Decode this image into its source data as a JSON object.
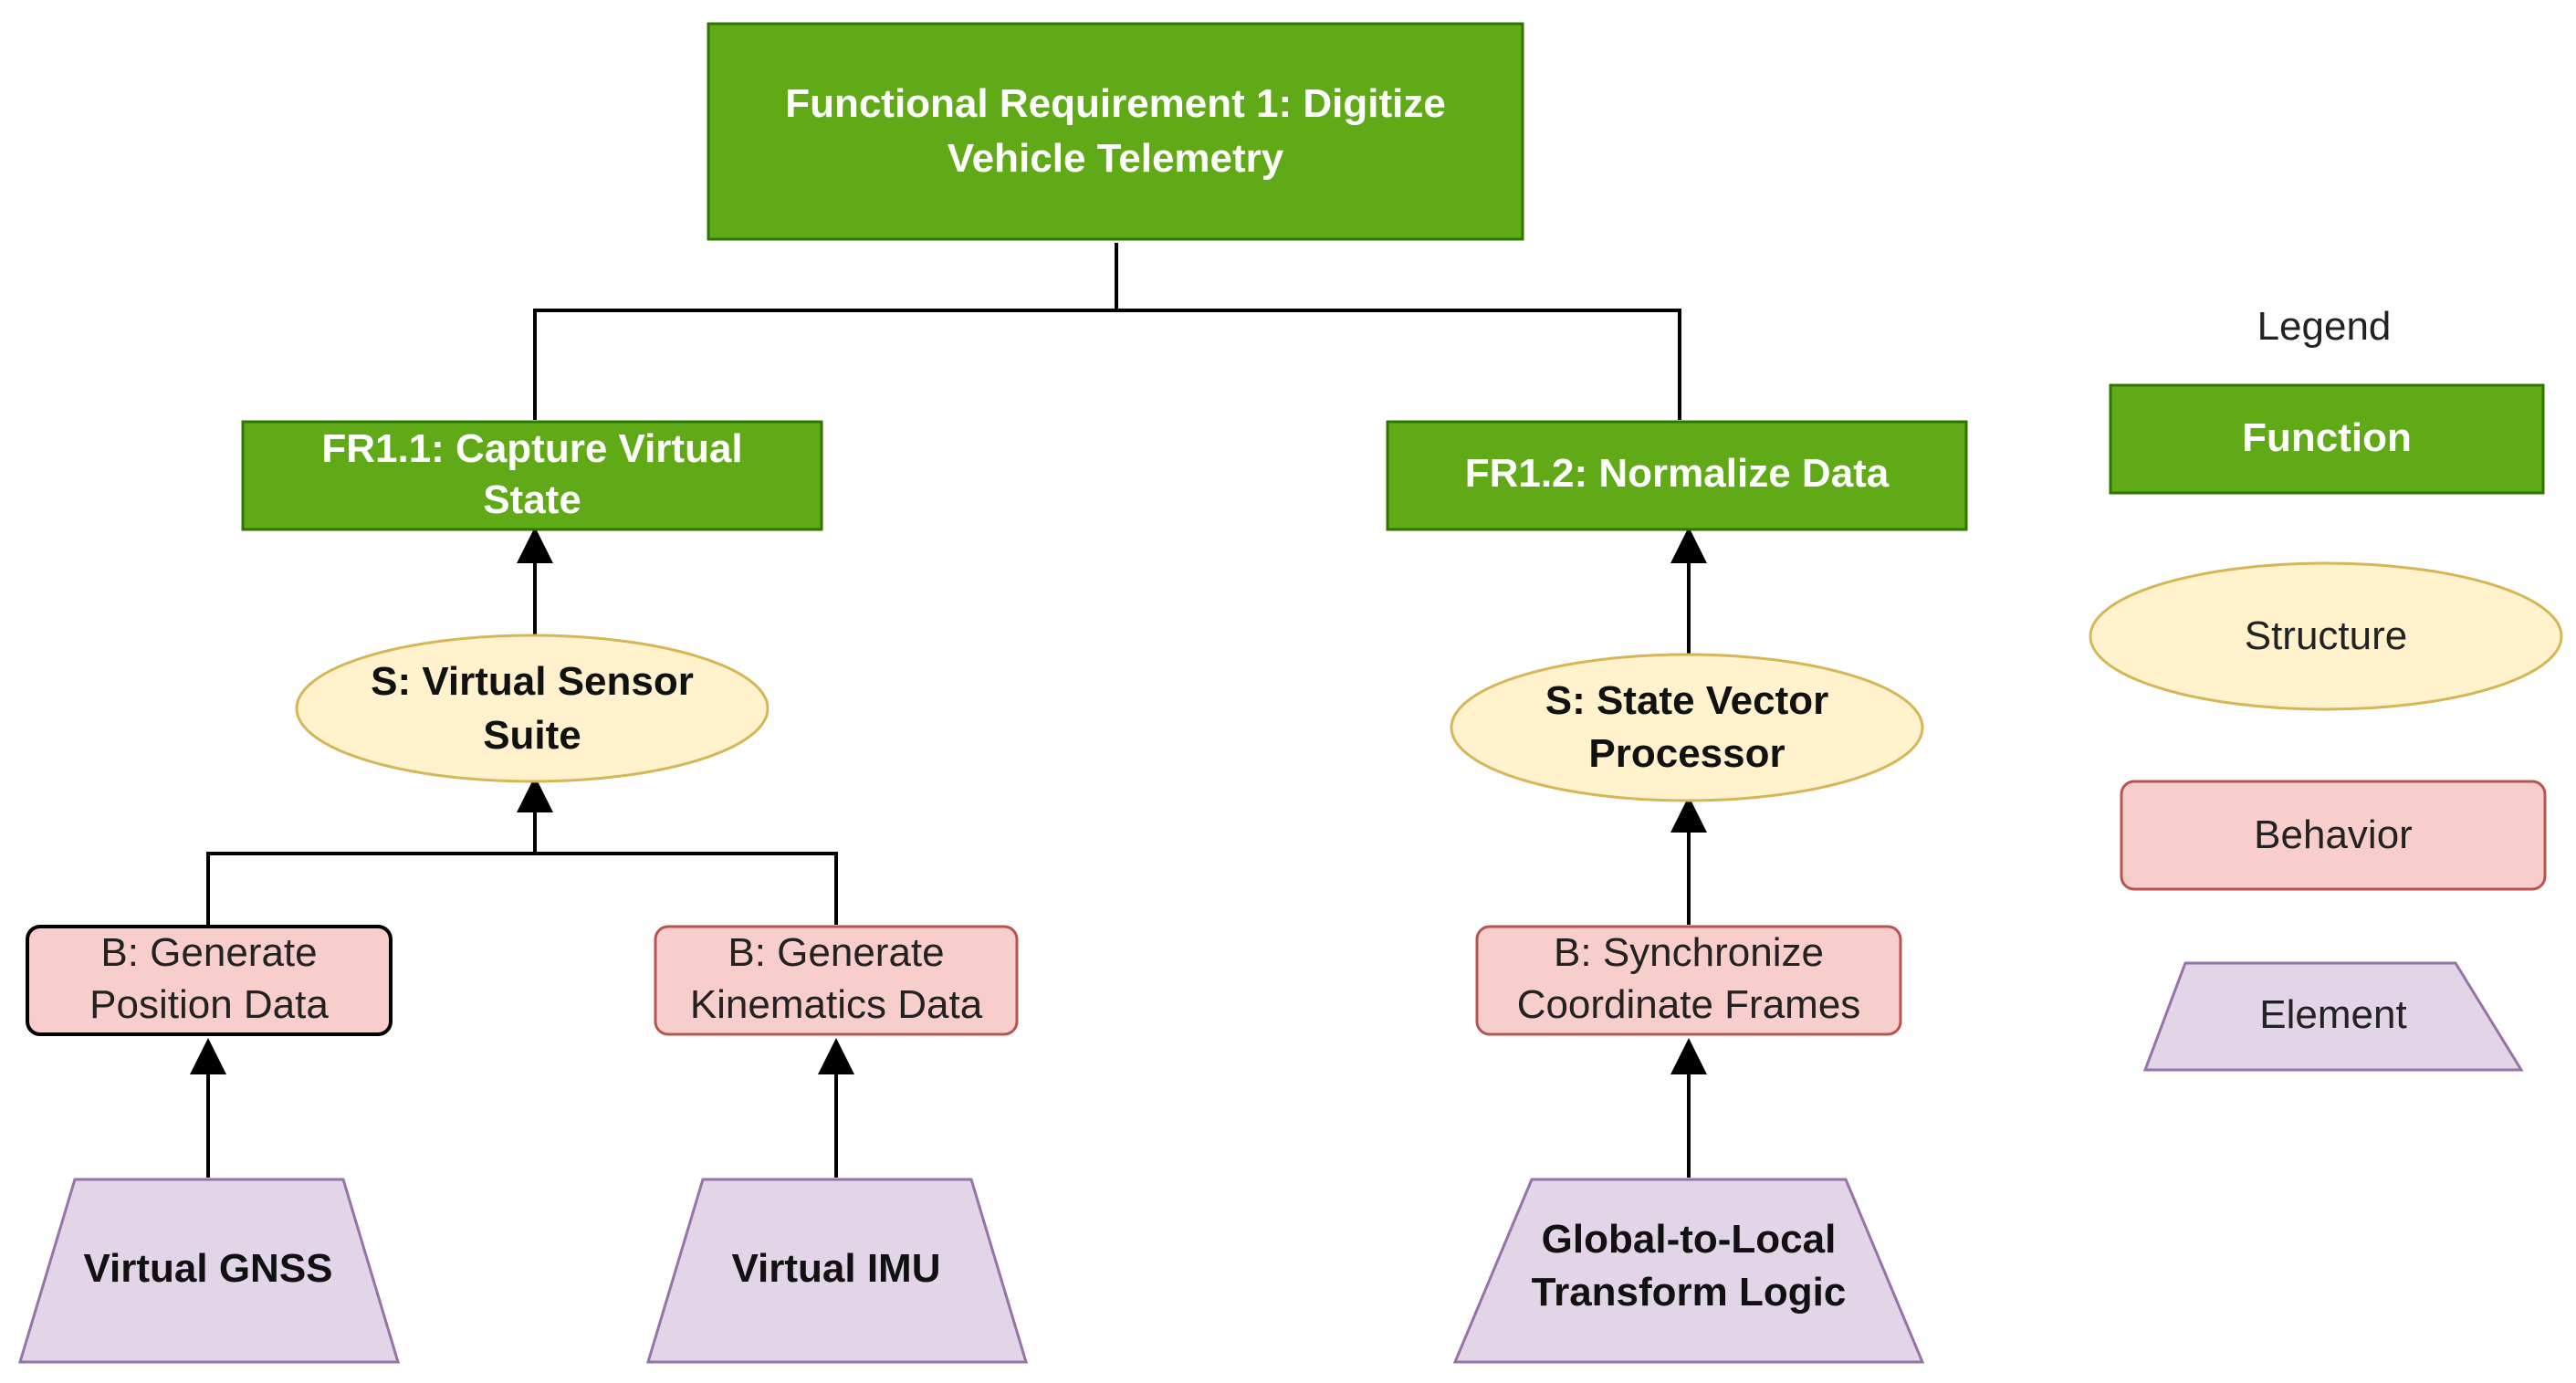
{
  "colors": {
    "function_fill": "#60a917",
    "function_stroke": "#2d7600",
    "structure_fill": "#fff2cc",
    "structure_stroke": "#d6b656",
    "behavior_fill": "#f8cecc",
    "behavior_stroke": "#b85450",
    "element_fill": "#e1d5e7",
    "element_stroke": "#9673a6",
    "connector": "#000000"
  },
  "nodes": {
    "fr1": {
      "line1": "Functional Requirement 1: Digitize",
      "line2": "Vehicle Telemetry"
    },
    "fr11": {
      "line1": "FR1.1: Capture Virtual",
      "line2": "State"
    },
    "fr12": {
      "line1": "FR1.2: Normalize Data"
    },
    "s_sensor": {
      "line1": "S: Virtual Sensor",
      "line2": "Suite"
    },
    "s_state": {
      "line1": "S: State Vector",
      "line2": "Processor"
    },
    "b_position": {
      "line1": "B: Generate",
      "line2": "Position Data"
    },
    "b_kinematics": {
      "line1": "B: Generate",
      "line2": "Kinematics Data"
    },
    "b_sync": {
      "line1": "B: Synchronize",
      "line2": "Coordinate Frames"
    },
    "e_gnss": {
      "line1": "Virtual GNSS"
    },
    "e_imu": {
      "line1": "Virtual IMU"
    },
    "e_transform": {
      "line1": "Global-to-Local",
      "line2": "Transform Logic"
    }
  },
  "legend": {
    "title": "Legend",
    "function": "Function",
    "structure": "Structure",
    "behavior": "Behavior",
    "element": "Element"
  }
}
